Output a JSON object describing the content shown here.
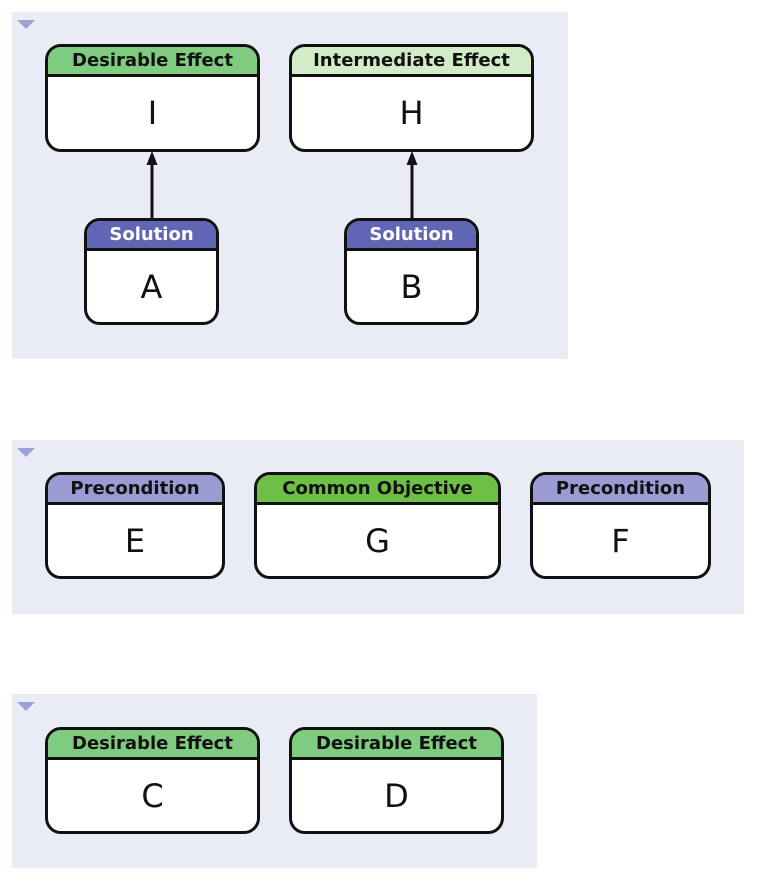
{
  "colors": {
    "group_bg": "#e9ebf5",
    "desirable_effect": "#7fcb7f",
    "intermediate_effect": "#d2ecc8",
    "solution": "#6065b4",
    "precondition": "#9a9bd2",
    "common_objective": "#6dbf45",
    "border": "#111111",
    "collapse_arrow": "#9aa3d6"
  },
  "groups": [
    {
      "nodes": [
        {
          "id": "I",
          "type": "Desirable Effect",
          "label": "I",
          "color": "#7fcb7f"
        },
        {
          "id": "H",
          "type": "Intermediate Effect",
          "label": "H",
          "color": "#d2ecc8"
        },
        {
          "id": "A",
          "type": "Solution",
          "label": "A",
          "color": "#6065b4"
        },
        {
          "id": "B",
          "type": "Solution",
          "label": "B",
          "color": "#6065b4"
        }
      ],
      "edges": [
        {
          "from": "A",
          "to": "I"
        },
        {
          "from": "B",
          "to": "H"
        }
      ]
    },
    {
      "nodes": [
        {
          "id": "E",
          "type": "Precondition",
          "label": "E",
          "color": "#9a9bd2"
        },
        {
          "id": "G",
          "type": "Common Objective",
          "label": "G",
          "color": "#6dbf45"
        },
        {
          "id": "F",
          "type": "Precondition",
          "label": "F",
          "color": "#9a9bd2"
        }
      ],
      "edges": []
    },
    {
      "nodes": [
        {
          "id": "C",
          "type": "Desirable Effect",
          "label": "C",
          "color": "#7fcb7f"
        },
        {
          "id": "D",
          "type": "Desirable Effect",
          "label": "D",
          "color": "#7fcb7f"
        }
      ],
      "edges": []
    }
  ]
}
